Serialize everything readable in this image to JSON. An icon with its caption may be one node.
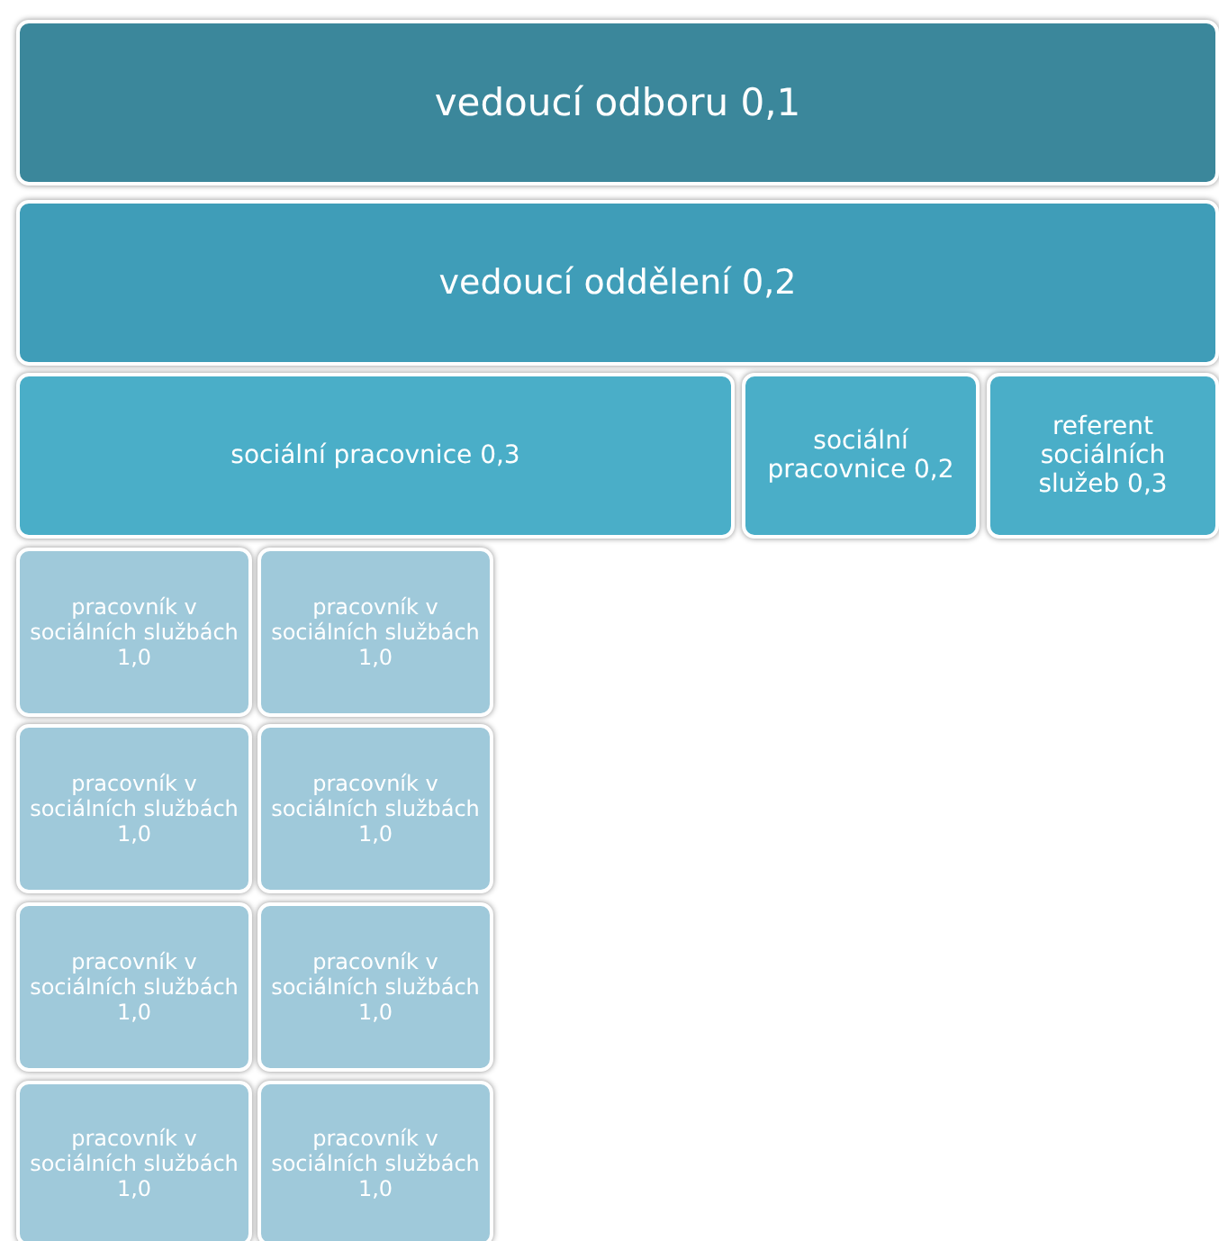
{
  "diagram": {
    "nodes": [
      {
        "text": [
          "vedoucí odboru 0,1"
        ]
      },
      {
        "text": [
          "vedoucí oddělení 0,2"
        ]
      },
      {
        "text": [
          "sociální pracovnice 0,3"
        ]
      },
      {
        "text": [
          "sociální pracovnice 0,2"
        ]
      },
      {
        "text": [
          "referent sociálních služeb 0,3"
        ]
      },
      {
        "text": [
          "pracovník v sociálních službách 1,0"
        ]
      },
      {
        "text": [
          "pracovník v sociálních službách 1,0"
        ]
      },
      {
        "text": [
          "pracovník v sociálních službách 1,0"
        ]
      },
      {
        "text": [
          "pracovník v sociálních službách 1,0"
        ]
      },
      {
        "text": [
          "pracovník v sociálních službách 1,0"
        ]
      },
      {
        "text": [
          "pracovník v sociálních službách 1,0"
        ]
      },
      {
        "text": [
          "pracovník v sociálních službách 1,0"
        ]
      },
      {
        "text": [
          "pracovník v sociálních službách 1,0"
        ]
      }
    ]
  }
}
